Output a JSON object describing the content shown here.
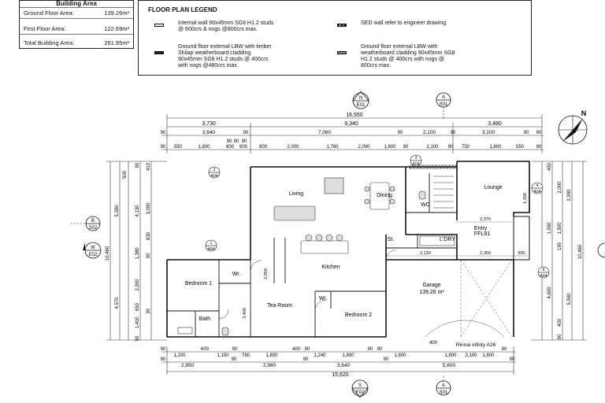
{
  "area_table": {
    "title": "Building Area",
    "rows": [
      {
        "label": "Ground Floor Area:",
        "value": "139.26m²"
      },
      {
        "label": "First Floor Area:",
        "value": "122.69m²"
      },
      {
        "label": "Total Building Area:",
        "value": "261.95m²"
      }
    ]
  },
  "legend": {
    "title": "FLOOR PLAN LEGEND",
    "items": [
      {
        "text": "Internal wall 90x45mm SG8 H1.2 studs\n@ 600crs & nogs @800crs max."
      },
      {
        "text": "SED wall refer to engineer drawing."
      },
      {
        "text": "Ground floor external LBW with timber\nShilap weatherboard cladding\n90x45mm SG8 H1.2 studs @ 400crs\nwith nogs @480crs max."
      },
      {
        "text": "Ground floor external LBW with\nweatherboard cladding 90x45mm SG8\nH1.2 studs @ 400crs with nogs @\n800crs max."
      }
    ]
  },
  "rooms": {
    "living": "Living",
    "dining": "Dining",
    "lounge": "Lounge",
    "kitchen": "Kitchen",
    "bedroom1": "Bedroom 1",
    "bedroom2": "Bedroom 2",
    "tearoom": "Tea Room",
    "bath": "Bath",
    "garage": "Garage",
    "garage_area": "139.26 m²",
    "entry": "Entry",
    "entry_level": "FFL91",
    "ldry": "L'DRY",
    "wc": "WC",
    "st": "St.",
    "wr1": "Wr.",
    "wr2": "Wr.",
    "rinnai": "Rinnai infinty A26"
  },
  "section_tags": {
    "n_top": "N",
    "n_bot": "E01",
    "a_top1": "A",
    "a_bot1": "S01",
    "b_top": "B",
    "b_bot": "S02",
    "w_top": "W",
    "w_bot": "E02",
    "s_top": "S",
    "s_bot": "E02",
    "a_top2": "A",
    "a_bot2": "S01",
    "c2_top": "2",
    "c2_bot": "A04",
    "c1_top": "1",
    "c1_bot": "A04",
    "c3_top": "3",
    "c3_bot": "A04",
    "c4_top": "4",
    "c4_bot": "A04",
    "c6_top": "6",
    "c6_bot": "A04"
  },
  "compass": {
    "label": "N"
  },
  "dims_top": {
    "overall": "16,550",
    "row2": [
      "3,730",
      "9,340",
      "3,480"
    ],
    "row3": [
      "90",
      "3,640",
      "90",
      "7,060",
      "90",
      "2,100",
      "90",
      "3,100",
      "90",
      "90"
    ],
    "row4a": [
      "90",
      "90",
      "90"
    ],
    "row4": [
      "90",
      "550",
      "1,800",
      "600",
      "600",
      "800",
      "2,000",
      "1,760",
      "2,000",
      "1,800",
      "90",
      "2,100",
      "90",
      "750",
      "1,800",
      "550",
      "90"
    ]
  },
  "dims_bottom": {
    "row1": [
      "90",
      "1,200",
      "600",
      "1,150",
      "90",
      "780",
      "1,800",
      "400",
      "90",
      "1,240",
      "1,800",
      "90",
      "90",
      "1,800",
      "400",
      "1,800",
      "1,800",
      "90"
    ],
    "row2": [
      "90",
      "2,950",
      "90",
      "2,980",
      "90",
      "3,640",
      "90",
      "5,600",
      "90"
    ],
    "overall": "15,620",
    "small": [
      "400",
      "3,100"
    ]
  },
  "dims_left": [
    "500",
    "410",
    "90",
    "4,130",
    "5,390",
    "3,000",
    "10,460",
    "630",
    "1,380",
    "90",
    "4,570",
    "2,900",
    "650",
    "1,400",
    "90",
    "90"
  ],
  "dims_right": [
    "450",
    "2,000",
    "2,990",
    "1,500",
    "10,460",
    "1,550",
    "190",
    "4,600",
    "5,590",
    "400",
    "90"
  ],
  "dims_inner": [
    "2,370",
    "2,350",
    "900",
    "2,120",
    "1,200",
    "2,050",
    "3,400"
  ]
}
